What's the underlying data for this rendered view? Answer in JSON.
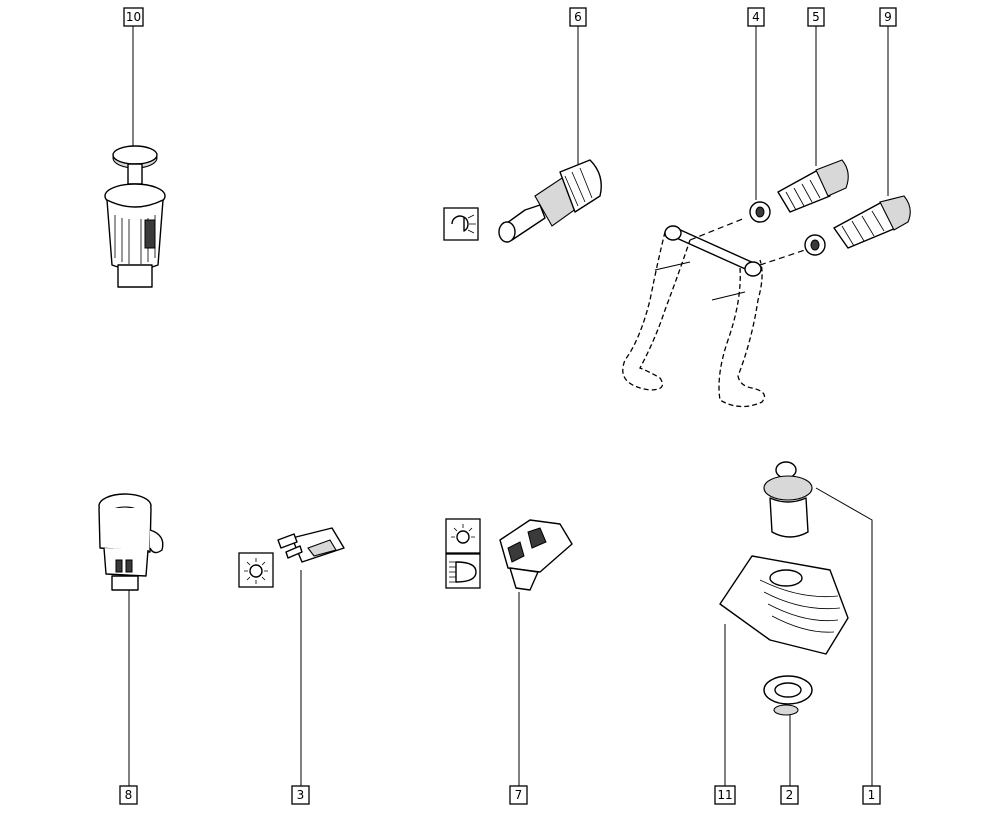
{
  "labels": {
    "p10": "10",
    "p6": "6",
    "p4": "4",
    "p5": "5",
    "p9": "9",
    "p8": "8",
    "p3": "3",
    "p7": "7",
    "p11": "11",
    "p2": "2",
    "p1": "1"
  },
  "icons": {
    "switch6": "reverse-light-icon",
    "switch3": "interior-light-icon",
    "switch7_top": "interior-light-icon",
    "switch7_bottom": "headlamp-icon"
  }
}
